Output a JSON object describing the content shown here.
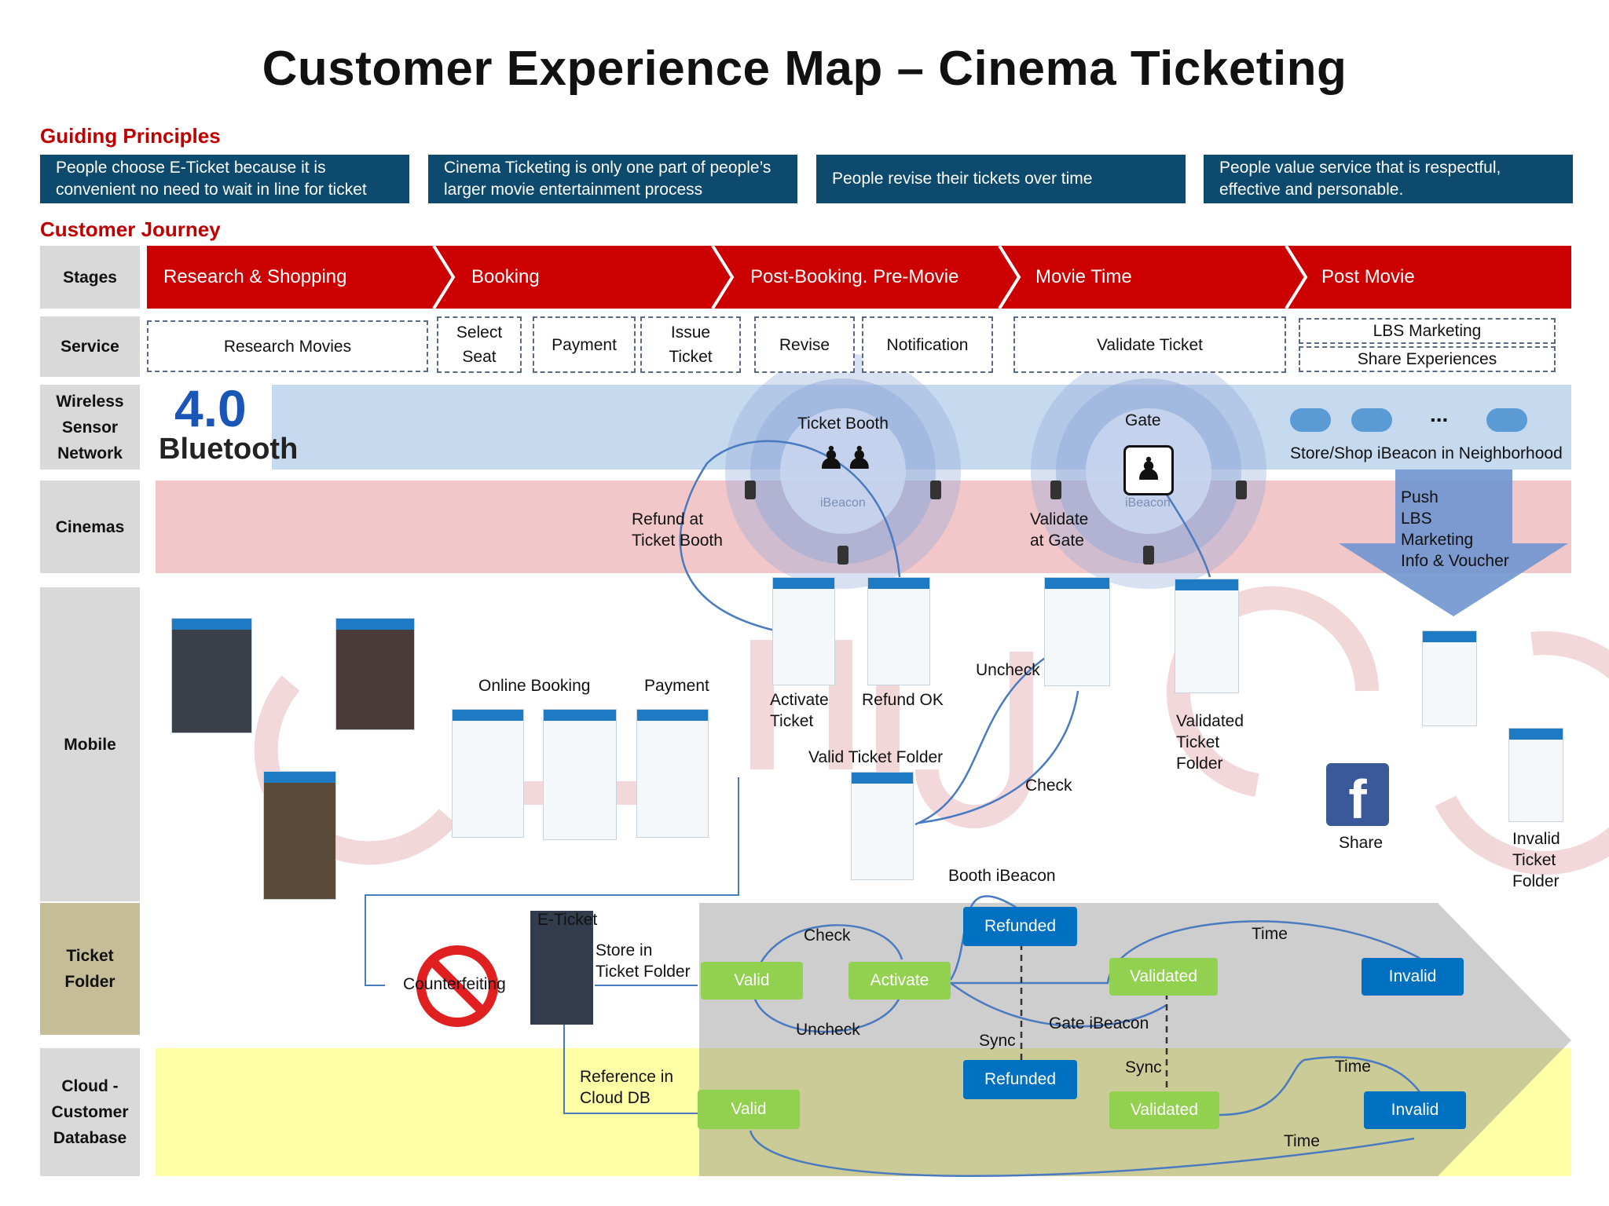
{
  "title": "Customer Experience Map – Cinema Ticketing",
  "sections": {
    "guiding": "Guiding Principles",
    "journey": "Customer Journey"
  },
  "principles": [
    {
      "line1": "People choose  E-Ticket  because it is",
      "line2": "convenient  no need to wait in line for ticket"
    },
    {
      "line1": "Cinema Ticketing is only one part of people’s",
      "line2": "larger  movie entertainment process"
    },
    {
      "line1": "People revise their tickets over time",
      "line2": ""
    },
    {
      "line1": "People  value service that is respectful,",
      "line2": "effective and personable."
    }
  ],
  "row_labels": {
    "stages": "Stages",
    "service": "Service",
    "wsn": [
      "Wireless",
      "Sensor",
      "Network"
    ],
    "cinemas": "Cinemas",
    "mobile": "Mobile",
    "ticket_folder": [
      "Ticket",
      "Folder"
    ],
    "cloud": [
      "Cloud -",
      "Customer",
      "Database"
    ]
  },
  "stages": [
    "Research & Shopping",
    "Booking",
    "Post-Booking. Pre-Movie",
    "Movie Time",
    "Post Movie"
  ],
  "services": {
    "research": "Research Movies",
    "select_seat": [
      "Select",
      "Seat"
    ],
    "payment": "Payment",
    "issue_ticket": [
      "Issue",
      "Ticket"
    ],
    "revise": "Revise",
    "notification": "Notification",
    "validate": "Validate Ticket",
    "lbs": "LBS Marketing",
    "share": "Share Experiences"
  },
  "wsn": {
    "bt_number": "4.0",
    "bt_word": "Bluetooth",
    "ticket_booth": "Ticket Booth",
    "gate": "Gate",
    "ibeacon": "iBeacon",
    "ellipsis": "...",
    "store_ibeacon": "Store/Shop iBeacon in Neighborhood"
  },
  "cinemas": {
    "refund": [
      "Refund at",
      "Ticket Booth"
    ],
    "validate_gate": [
      "Validate",
      "at Gate"
    ],
    "push": [
      "Push",
      "LBS",
      "Marketing",
      "Info & Voucher"
    ]
  },
  "mobile": {
    "online_booking": "Online Booking",
    "payment": "Payment",
    "activate": [
      "Activate",
      "Ticket"
    ],
    "refund_ok": "Refund OK",
    "uncheck": "Uncheck",
    "check": "Check",
    "valid_folder": "Valid Ticket Folder",
    "validated_folder": [
      "Validated",
      "Ticket",
      "Folder"
    ],
    "share": "Share",
    "invalid_folder": [
      "Invalid",
      "Ticket",
      "Folder"
    ],
    "facebook": "f"
  },
  "ticket_folder": {
    "counterfeiting": "Counterfeiting",
    "eticket": "E-Ticket",
    "store": [
      "Store in",
      "Ticket Folder"
    ],
    "booth_ibeacon": "Booth iBeacon",
    "check": "Check",
    "uncheck": "Uncheck",
    "time": "Time",
    "gate_ibeacon": "Gate iBeacon",
    "nodes": {
      "valid": "Valid",
      "activate": "Activate",
      "refunded": "Refunded",
      "validated": "Validated",
      "invalid": "Invalid"
    }
  },
  "cloud": {
    "reference": [
      "Reference in",
      "Cloud  DB"
    ],
    "sync1": "Sync",
    "sync2": "Sync",
    "time1": "Time",
    "time2": "Time",
    "nodes": {
      "valid": "Valid",
      "refunded": "Refunded",
      "validated": "Validated",
      "invalid": "Invalid"
    }
  },
  "colors": {
    "stage_red": "#cc0000",
    "principle_navy": "#0d4a6e",
    "node_green": "#92d050",
    "node_blue": "#0070c0",
    "label_gray": "#d9d9d9",
    "folder_tan": "#c4bd97",
    "cloud_yellow": "#ffffa6"
  }
}
